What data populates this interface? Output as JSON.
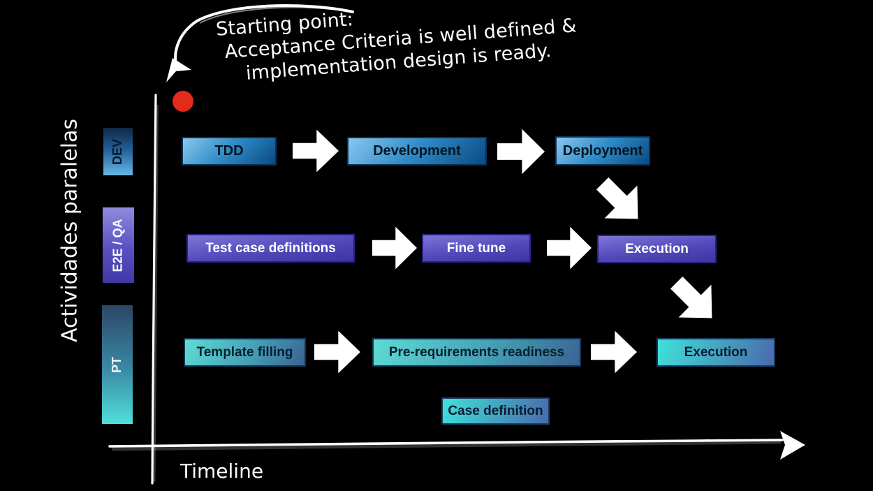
{
  "annotation": {
    "line1": "Starting point:",
    "line2": "Acceptance Criteria is well defined &",
    "line3": "implementation design is ready."
  },
  "axes": {
    "y_label": "Actividades paralelas",
    "x_label": "Timeline"
  },
  "lanes": [
    {
      "label": "DEV",
      "boxes": [
        {
          "text": "TDD"
        },
        {
          "text": "Development"
        },
        {
          "text": "Deployment"
        }
      ]
    },
    {
      "label": "E2E / QA",
      "boxes": [
        {
          "text": "Test case definitions"
        },
        {
          "text": "Fine tune"
        },
        {
          "text": "Execution"
        }
      ]
    },
    {
      "label": "PT",
      "boxes": [
        {
          "text": "Template filling"
        },
        {
          "text": "Pre-requirements readiness"
        },
        {
          "text": "Execution"
        }
      ]
    }
  ],
  "floating_box": {
    "text": "Case definition"
  },
  "colors": {
    "background": "#000000",
    "dev_blue_light": "#8ac7ef",
    "dev_blue_dark": "#0a4a85",
    "qa_purple_light": "#7d76d6",
    "qa_purple_dark": "#3e34a2",
    "pt_teal_light": "#5edcd5",
    "pt_teal_dark": "#3a6394",
    "start_dot_red": "#e42a1b",
    "arrow_white": "#ffffff"
  },
  "icons": {
    "flow_arrow": "block-arrow-right",
    "diagonal_arrow": "block-arrow-down-right",
    "curved_arrow": "hand-drawn-curved-arrow",
    "axis_arrowhead": "hand-drawn-arrowhead-right"
  }
}
